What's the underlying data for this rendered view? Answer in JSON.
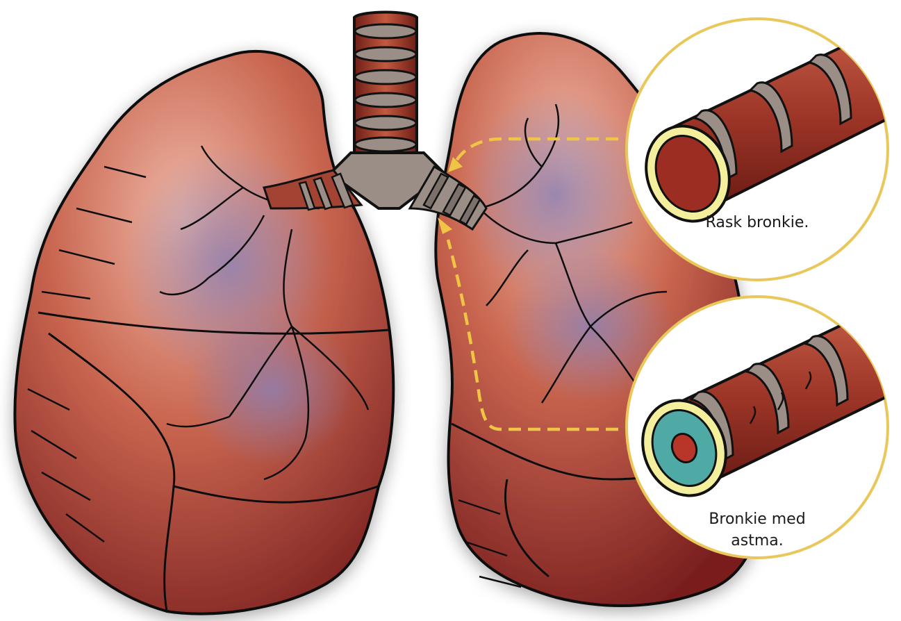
{
  "callouts": {
    "healthy": {
      "caption": "Rask bronkie."
    },
    "asthma": {
      "caption_line1": "Bronkie med",
      "caption_line2": "astma."
    }
  },
  "colors": {
    "lung_fill": "#b5493f",
    "lung_light": "#e4a596",
    "lung_dark": "#7a1f1f",
    "vein_purple": "#8e7fb0",
    "trachea_red": "#8b2e24",
    "cartilage_grey": "#9a8e86",
    "circle_border": "#e9c75a",
    "arrow_dash": "#f0c546",
    "inflamed_wall": "#4faaa6",
    "bronchus_ring": "#f4ef9c",
    "outline": "#111111"
  }
}
